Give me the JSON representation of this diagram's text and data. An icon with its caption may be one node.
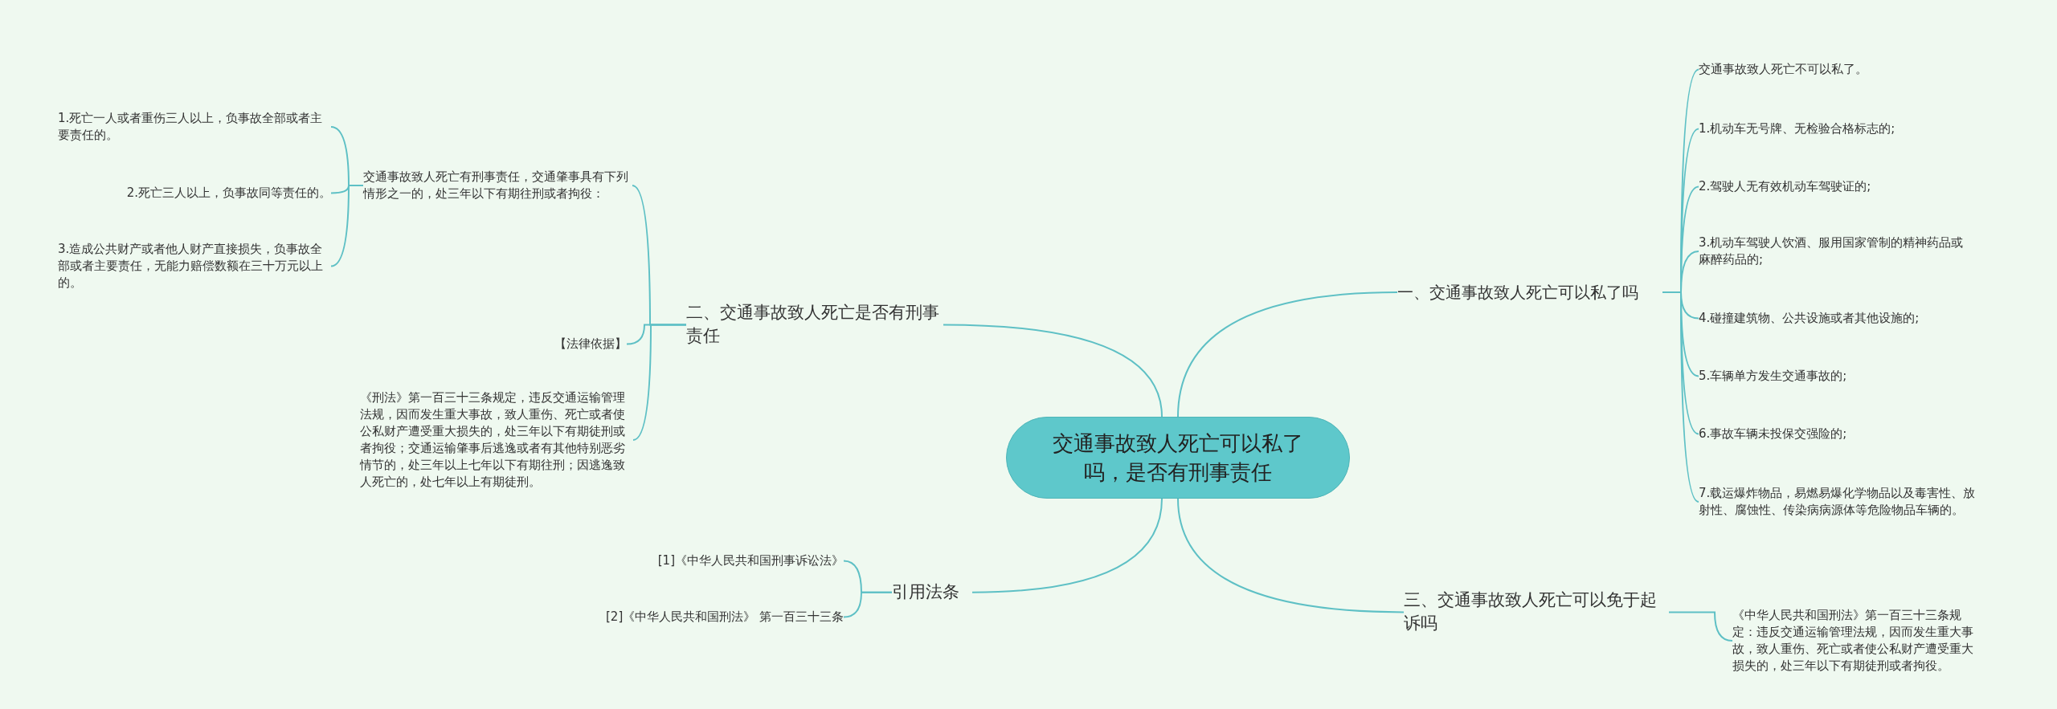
{
  "diagram": {
    "nodes": [
      {
        "text": [
          "交通事故致人死亡可以私了吗，是否有刑事责任"
        ]
      },
      {
        "text": [
          "一、交通事故致人死亡可以私了吗"
        ]
      },
      {
        "text": [
          "交通事故致人死亡不可以私了。"
        ]
      },
      {
        "text": [
          "1.机动车无号牌、无检验合格标志的;"
        ]
      },
      {
        "text": [
          "2.驾驶人无有效机动车驾驶证的;"
        ]
      },
      {
        "text": [
          "3.机动车驾驶人饮酒、服用国家管制的精神药品或麻醉药品的;"
        ]
      },
      {
        "text": [
          "4.碰撞建筑物、公共设施或者其他设施的;"
        ]
      },
      {
        "text": [
          "5.车辆单方发生交通事故的;"
        ]
      },
      {
        "text": [
          "6.事故车辆未投保交强险的;"
        ]
      },
      {
        "text": [
          "7.载运爆炸物品，易燃易爆化学物品以及毒害性、放射性、腐蚀性、传染病病源体等危险物品车辆的。"
        ]
      },
      {
        "text": [
          "二、交通事故致人死亡是否有刑事责任"
        ]
      },
      {
        "text": [
          "交通事故致人死亡有刑事责任，交通肇事具有下列情形之一的，处三年以下有期往刑或者拘役："
        ]
      },
      {
        "text": [
          "1.死亡一人或者重伤三人以上，负事故全部或者主要责任的。"
        ]
      },
      {
        "text": [
          "2.死亡三人以上，负事故同等责任的。"
        ]
      },
      {
        "text": [
          "3.造成公共财产或者他人财产直接损失，负事故全部或者主要责任，无能力赔偿数额在三十万元以上的。"
        ]
      },
      {
        "text": [
          "【法律依据】"
        ]
      },
      {
        "text": [
          "《刑法》第一百三十三条规定，违反交通运输管理法规，因而发生重大事故，致人重伤、死亡或者使公私财产遭受重大损失的，处三年以下有期徒刑或者拘役；交通运输肇事后逃逸或者有其他特别恶劣情节的，处三年以上七年以下有期往刑；因逃逸致人死亡的，处七年以上有期徒刑。"
        ]
      },
      {
        "text": [
          "三、交通事故致人死亡可以免于起诉吗"
        ]
      },
      {
        "text": [
          "《中华人民共和国刑法》第一百三十三条规定：违反交通运输管理法规，因而发生重大事故，致人重伤、死亡或者使公私财产遭受重大损失的，处三年以下有期徒刑或者拘役。"
        ]
      },
      {
        "text": [
          "引用法条"
        ]
      },
      {
        "text": [
          "[1]《中华人民共和国刑事诉讼法》"
        ]
      },
      {
        "text": [
          "[2]《中华人民共和国刑法》 第一百三十三条"
        ]
      }
    ],
    "edges": [
      {
        "from": 0,
        "to": 1,
        "arrow": "none"
      },
      {
        "from": 1,
        "to": 2,
        "arrow": "none"
      },
      {
        "from": 1,
        "to": 3,
        "arrow": "none"
      },
      {
        "from": 1,
        "to": 4,
        "arrow": "none"
      },
      {
        "from": 1,
        "to": 5,
        "arrow": "none"
      },
      {
        "from": 1,
        "to": 6,
        "arrow": "none"
      },
      {
        "from": 1,
        "to": 7,
        "arrow": "none"
      },
      {
        "from": 1,
        "to": 8,
        "arrow": "none"
      },
      {
        "from": 1,
        "to": 9,
        "arrow": "none"
      },
      {
        "from": 0,
        "to": 10,
        "arrow": "none"
      },
      {
        "from": 10,
        "to": 11,
        "arrow": "none"
      },
      {
        "from": 11,
        "to": 12,
        "arrow": "none"
      },
      {
        "from": 11,
        "to": 13,
        "arrow": "none"
      },
      {
        "from": 11,
        "to": 14,
        "arrow": "none"
      },
      {
        "from": 10,
        "to": 15,
        "arrow": "none"
      },
      {
        "from": 10,
        "to": 16,
        "arrow": "none"
      },
      {
        "from": 0,
        "to": 17,
        "arrow": "none"
      },
      {
        "from": 17,
        "to": 18,
        "arrow": "none"
      },
      {
        "from": 0,
        "to": 19,
        "arrow": "none"
      },
      {
        "from": 19,
        "to": 20,
        "arrow": "none"
      },
      {
        "from": 19,
        "to": 21,
        "arrow": "none"
      }
    ]
  }
}
